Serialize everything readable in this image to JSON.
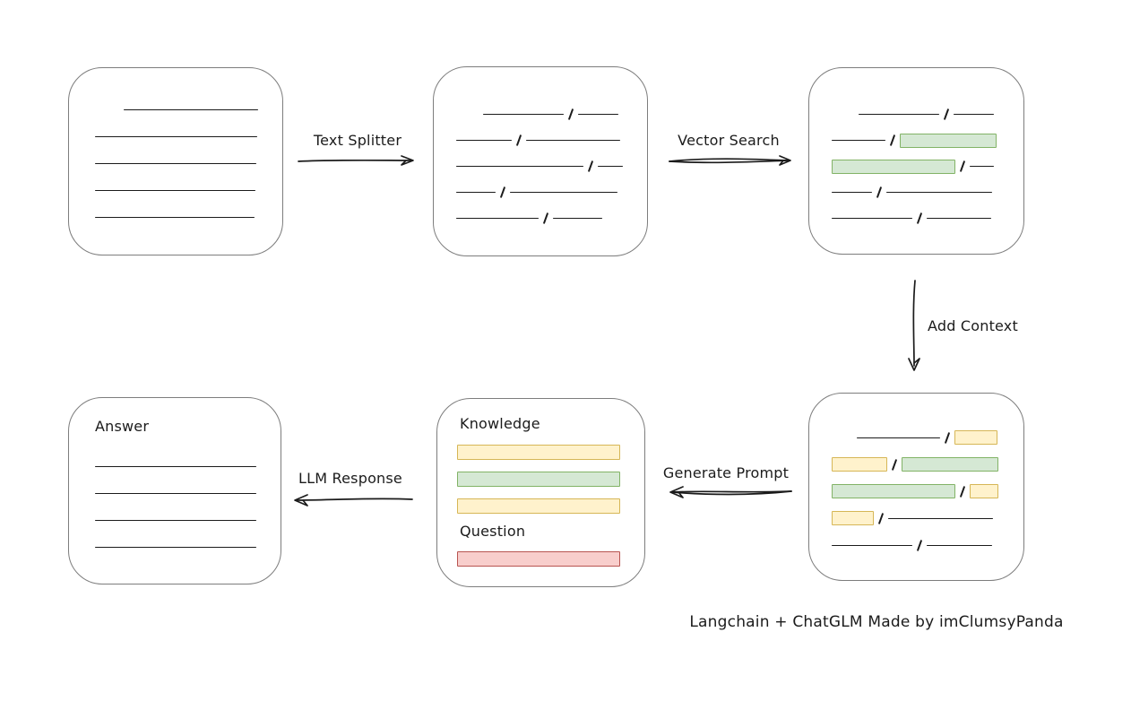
{
  "colors": {
    "ink": "#1b1b1b",
    "box_border": "#7d7d7d",
    "yellow_fill": "#fff2cc",
    "yellow_stroke": "#d6b656",
    "green_fill": "#d5e8d4",
    "green_stroke": "#82b366",
    "red_fill": "#f8cecc",
    "red_stroke": "#b85450"
  },
  "labels": {
    "text_splitter": "Text Splitter",
    "vector_search": "Vector Search",
    "add_context": "Add Context",
    "generate_prompt": "Generate Prompt",
    "llm_response": "LLM Response"
  },
  "caption": "Langchain + ChatGLM Made by imClumsyPanda",
  "boxes": {
    "document": {
      "rows": [
        [
          {
            "k": "gap",
            "w": 32
          },
          {
            "k": "line",
            "w": 150
          }
        ],
        [
          {
            "k": "line",
            "w": 181
          }
        ],
        [
          {
            "k": "line",
            "w": 180
          }
        ],
        [
          {
            "k": "line",
            "w": 179
          }
        ],
        [
          {
            "k": "line",
            "w": 178
          }
        ]
      ]
    },
    "chunks": {
      "rows": [
        [
          {
            "k": "gap",
            "w": 30
          },
          {
            "k": "line",
            "w": 90
          },
          {
            "k": "slash"
          },
          {
            "k": "line",
            "w": 45
          }
        ],
        [
          {
            "k": "line",
            "w": 62
          },
          {
            "k": "slash"
          },
          {
            "k": "line",
            "w": 105
          }
        ],
        [
          {
            "k": "line",
            "w": 142
          },
          {
            "k": "slash"
          },
          {
            "k": "line",
            "w": 28
          }
        ],
        [
          {
            "k": "line",
            "w": 44
          },
          {
            "k": "slash"
          },
          {
            "k": "line",
            "w": 120
          }
        ],
        [
          {
            "k": "line",
            "w": 92
          },
          {
            "k": "slash"
          },
          {
            "k": "line",
            "w": 55
          }
        ]
      ]
    },
    "matched": {
      "rows": [
        [
          {
            "k": "gap",
            "w": 30
          },
          {
            "k": "line",
            "w": 90
          },
          {
            "k": "slash"
          },
          {
            "k": "line",
            "w": 45
          }
        ],
        [
          {
            "k": "line",
            "w": 60
          },
          {
            "k": "slash"
          },
          {
            "k": "rect",
            "c": "green",
            "w": 108
          }
        ],
        [
          {
            "k": "rect",
            "c": "green",
            "w": 138
          },
          {
            "k": "slash"
          },
          {
            "k": "line",
            "w": 27
          }
        ],
        [
          {
            "k": "line",
            "w": 45
          },
          {
            "k": "slash"
          },
          {
            "k": "line",
            "w": 118
          }
        ],
        [
          {
            "k": "line",
            "w": 90
          },
          {
            "k": "slash"
          },
          {
            "k": "line",
            "w": 72
          }
        ]
      ]
    },
    "context": {
      "rows": [
        [
          {
            "k": "gap",
            "w": 28
          },
          {
            "k": "line",
            "w": 93
          },
          {
            "k": "slash"
          },
          {
            "k": "rect",
            "c": "yellow",
            "w": 48
          }
        ],
        [
          {
            "k": "rect",
            "c": "yellow",
            "w": 62
          },
          {
            "k": "slash"
          },
          {
            "k": "rect",
            "c": "green",
            "w": 108
          }
        ],
        [
          {
            "k": "rect",
            "c": "green",
            "w": 138
          },
          {
            "k": "slash"
          },
          {
            "k": "rect",
            "c": "yellow",
            "w": 32
          }
        ],
        [
          {
            "k": "rect",
            "c": "yellow",
            "w": 47
          },
          {
            "k": "slash"
          },
          {
            "k": "line",
            "w": 117
          }
        ],
        [
          {
            "k": "line",
            "w": 90
          },
          {
            "k": "slash"
          },
          {
            "k": "line",
            "w": 73
          }
        ]
      ]
    },
    "prompt": {
      "knowledge_label": "Knowledge",
      "question_label": "Question",
      "knowledge_bars": [
        {
          "color": "yellow"
        },
        {
          "color": "green"
        },
        {
          "color": "yellow"
        }
      ],
      "question_bars": [
        {
          "color": "red"
        }
      ]
    },
    "answer": {
      "label": "Answer",
      "rows": [
        [
          {
            "k": "line",
            "w": 180
          }
        ],
        [
          {
            "k": "line",
            "w": 180
          }
        ],
        [
          {
            "k": "line",
            "w": 180
          }
        ],
        [
          {
            "k": "line",
            "w": 180
          }
        ]
      ]
    }
  }
}
